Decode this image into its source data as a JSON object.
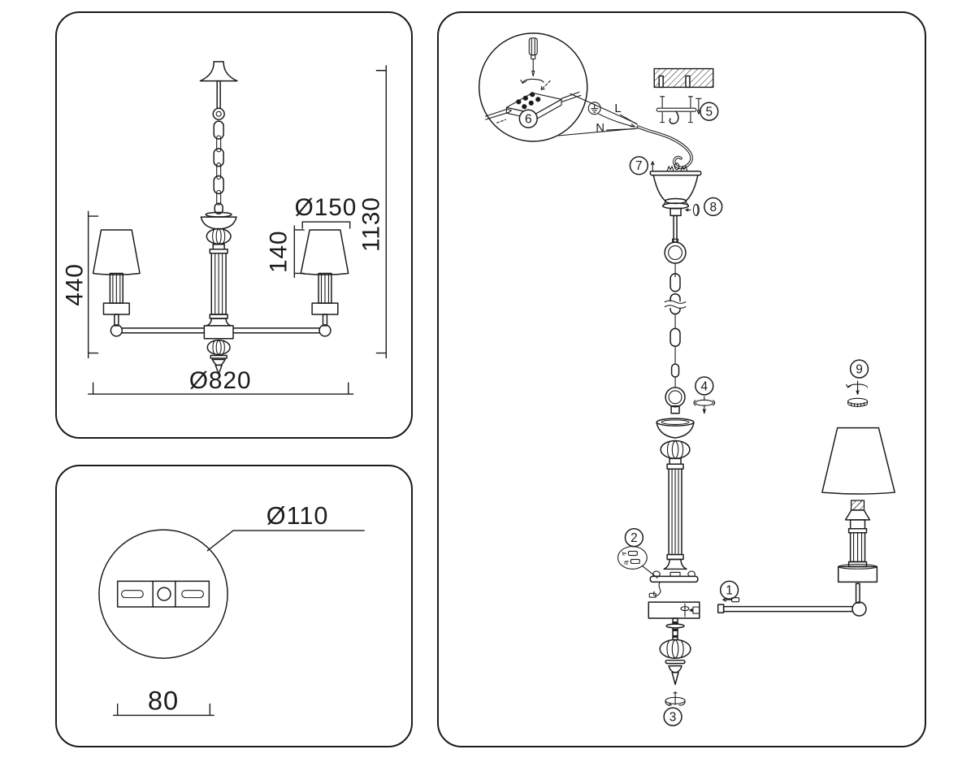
{
  "colors": {
    "background": "#ffffff",
    "ink": "#1b1b1b"
  },
  "front_view": {
    "total_height": "1130",
    "body_height": "440",
    "shade_height": "140",
    "shade_diameter": "Ø150",
    "span_diameter": "Ø820"
  },
  "mount_detail": {
    "plate_diameter": "Ø110",
    "hole_spacing": "80"
  },
  "assembly": {
    "callouts": [
      "1",
      "2",
      "3",
      "4",
      "5",
      "6",
      "7",
      "8",
      "9"
    ],
    "wiring": {
      "live": "L",
      "neutral": "N"
    },
    "detail_wiring": {
      "live": "L",
      "neutral": "N"
    }
  }
}
